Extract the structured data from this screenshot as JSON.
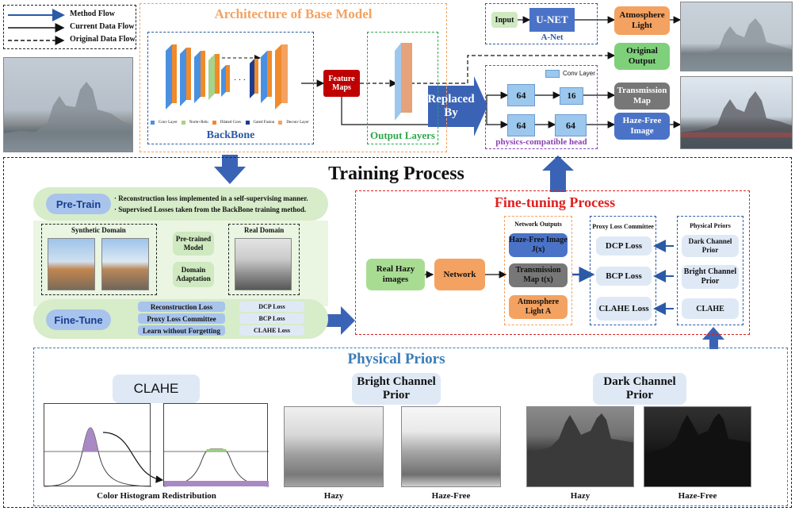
{
  "legend": {
    "method_flow": "Method Flow",
    "current_flow": "Current Data Flow",
    "original_flow": "Original Data Flow"
  },
  "base_model": {
    "title": "Architecture of Base Model",
    "backbone": "BackBone",
    "feature_maps": "Feature Maps",
    "output_layers": "Output Layers",
    "layer_legend": [
      "Conv Layer",
      "Norm+Relu",
      "Dilated Conv",
      "Gated Fusion",
      "Deconv Layer"
    ]
  },
  "replaced_by": "Replaced By",
  "anet": {
    "input": "Input",
    "unet": "U-NET",
    "label": "A-Net",
    "atmosphere": "Atmosphere Light"
  },
  "original_output": "Original Output",
  "head": {
    "conv_layer": "Conv Layer",
    "c1": "64",
    "c2": "16",
    "c3": "64",
    "c4": "64",
    "label": "physics-compatible head",
    "transmission": "Transmission Map",
    "hazefree": "Haze-Free Image"
  },
  "training": {
    "title": "Training Process",
    "pretrain": "Pre-Train",
    "pretrain_notes": [
      "· Reconstruction loss implemented in a self-supervising manner.",
      "· Supervised Losses taken from the BackBone training method."
    ],
    "synthetic": "Synthetic Domain",
    "real": "Real Domain",
    "pretrained_model": "Pre-trained Model",
    "domain_adaptation": "Domain Adaptation",
    "finetune": "Fine-Tune",
    "ft_losses": [
      "Reconstruction Loss",
      "Proxy Loss Committee",
      "Learn without Forgetting"
    ],
    "ft_sub": [
      "DCP Loss",
      "BCP Loss",
      "CLAHE Loss"
    ]
  },
  "finetuning": {
    "title": "Fine-tuning Process",
    "real_hazy": "Real Hazy images",
    "network": "Network",
    "outputs_title": "Network Outputs",
    "outputs": [
      "Haze-Free Image J(x)",
      "Transmission Map t(x)",
      "Atmosphere Light A"
    ],
    "committee_title": "Proxy Loss Committee",
    "committee": [
      "DCP Loss",
      "BCP Loss",
      "CLAHE Loss"
    ],
    "priors_title": "Physical Priors",
    "priors": [
      "Dark Channel Prior",
      "Bright Channel Prior",
      "CLAHE"
    ]
  },
  "physical": {
    "title": "Physical Priors",
    "clahe": "CLAHE",
    "bcp": "Bright Channel Prior",
    "dcp": "Dark Channel Prior",
    "histogram": "Color Histogram Redistribution",
    "hazy": "Hazy",
    "hazefree": "Haze-Free"
  }
}
